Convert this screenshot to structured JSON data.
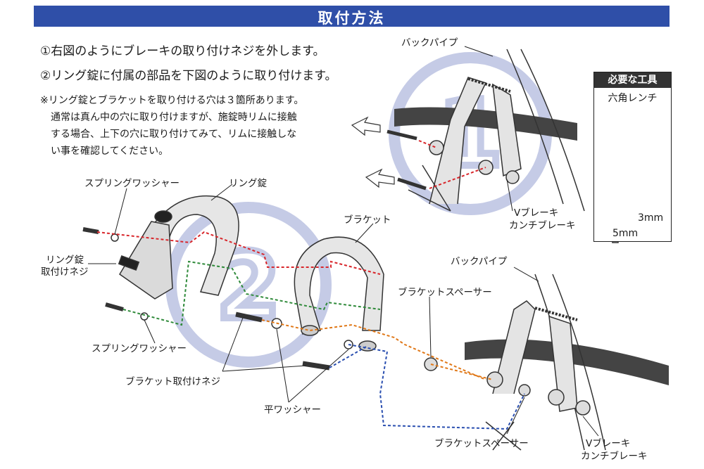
{
  "header": {
    "title": "取付方法"
  },
  "steps": [
    "①右図のようにブレーキの取り付けネジを外します。",
    "②リング錠に付属の部品を下図のように取り付けます。"
  ],
  "note": [
    "※リング錠とブラケットを取り付ける穴は３箇所あります。",
    "通常は真ん中の穴に取り付けますが、施錠時リムに接触",
    "する場合、上下の穴に取り付けてみて、リムに接触しな",
    "い事を確認してください。"
  ],
  "badges": {
    "one": "1",
    "two": "2"
  },
  "tools": {
    "title": "必要な工具",
    "item": "六角レンチ",
    "size_small": "3mm",
    "size_large": "5mm"
  },
  "labels": {
    "back_pipe_top": "バックパイプ",
    "v_brake_top_1": "Vブレーキ",
    "v_brake_top_2": "カンチブレーキ",
    "spring_washer_top": "スプリングワッシャー",
    "ring_lock": "リング錠",
    "ring_lock_screw_1": "リング錠",
    "ring_lock_screw_2": "取付けネジ",
    "spring_washer_bottom": "スプリングワッシャー",
    "bracket": "ブラケット",
    "bracket_screw": "ブラケット取付けネジ",
    "flat_washer": "平ワッシャー",
    "back_pipe_bottom": "バックパイプ",
    "bracket_spacer_top": "ブラケットスペーサー",
    "bracket_spacer_bottom": "ブラケットスペーサー",
    "v_brake_bottom_1": "Vブレーキ",
    "v_brake_bottom_2": "カンチブレーキ"
  },
  "colors": {
    "header": "#2f4fa8",
    "badge": "#c5cbe6",
    "red_line": "#d8262b",
    "green_line": "#2f8a3a",
    "orange_line": "#e07818",
    "blue_line": "#2a4fb0"
  }
}
